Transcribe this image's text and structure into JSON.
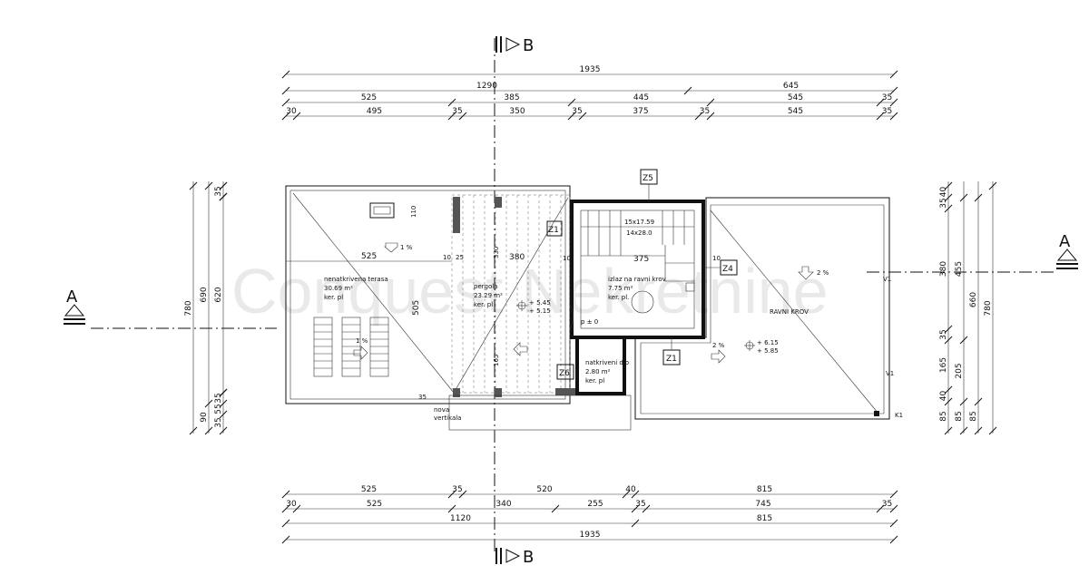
{
  "watermark": "Conquest Nekretnine",
  "section_marks": {
    "a": "A",
    "b": "B"
  },
  "tags": {
    "z5": "Z5",
    "z1_top": "Z1",
    "z4": "Z4",
    "z1_bottom": "Z1",
    "z6": "Z6"
  },
  "dims_top": {
    "r1": [
      "1935"
    ],
    "r2": [
      "1290",
      "645"
    ],
    "r3": [
      "525",
      "385",
      "445",
      "545",
      "35"
    ],
    "r4": [
      "30",
      "495",
      "35",
      "350",
      "35",
      "375",
      "35",
      "545",
      "35"
    ]
  },
  "dims_bottom": {
    "r1": [
      "525",
      "35",
      "520",
      "40",
      "815"
    ],
    "r2": [
      "30",
      "525",
      "340",
      "255",
      "35",
      "745",
      "35"
    ],
    "r3": [
      "1120",
      "815"
    ],
    "r4": [
      "1935"
    ]
  },
  "dims_left": {
    "outer": [
      "780"
    ],
    "mid": [
      "690",
      "90"
    ],
    "inner": [
      "620",
      "35",
      "55",
      "35"
    ]
  },
  "dims_right": {
    "inner": [
      "40",
      "35",
      "380",
      "35",
      "165",
      "40",
      "85"
    ],
    "mid": [
      "455",
      "205",
      "85"
    ],
    "outer1": [
      "660",
      "85"
    ],
    "outer2": [
      "780"
    ]
  },
  "plan_dims": {
    "d110": "110",
    "d525": "525",
    "d10a": "10",
    "d25": "25",
    "d380": "380",
    "d330": "330",
    "d505": "505",
    "d165": "165",
    "d375": "375",
    "d10b": "10",
    "d10c": "10",
    "d35": "35"
  },
  "rooms": {
    "terrace": [
      "nenatkrivena terasa",
      "30.69 m²",
      "ker. pl"
    ],
    "pergola": [
      "pergola",
      "23.29 m²",
      "ker. pl"
    ],
    "exit": [
      "izlaz na ravni krov",
      "7.75 m²",
      "ker. pl."
    ],
    "covered": [
      "natkriveni dio",
      "2.80 m²",
      "ker. pl"
    ],
    "roof": "RAVNI KROV",
    "vertical": [
      "nova",
      "vertikala"
    ],
    "stairs": [
      "15x17.59",
      "14x28.0"
    ]
  },
  "slopes": {
    "s1": "1 %",
    "s2": "1 %",
    "s3": "2 %",
    "s4": "2 %"
  },
  "levels": {
    "l1": [
      "+ 5.45",
      "+ 5.15"
    ],
    "l2": [
      "+ 6.15",
      "+ 5.85"
    ],
    "p0": "p ± 0"
  },
  "small_marks": {
    "k1": "K1",
    "v1": "V1",
    "v2": "V1"
  }
}
